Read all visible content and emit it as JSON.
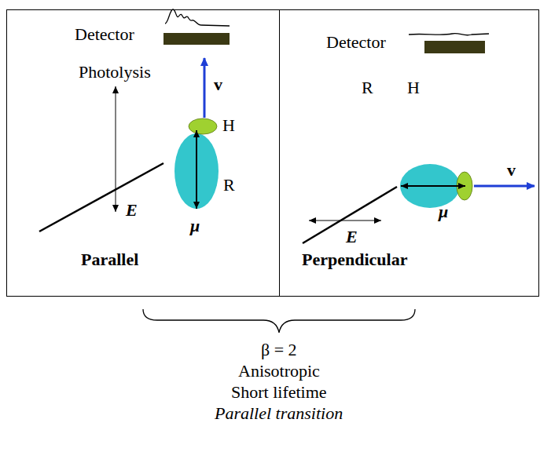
{
  "diagram": {
    "nodes": [
      {
        "text": [
          "Parallel"
        ]
      },
      {
        "text": [
          "Perpendicular"
        ]
      }
    ],
    "labels": [
      "Detector",
      "Photolysis",
      "H",
      "R",
      "v",
      "E",
      "μ",
      "Detector",
      "R",
      "H",
      "v",
      "μ",
      "E",
      "β = 2",
      "Anisotropic",
      "Short lifetime",
      "Parallel transition"
    ]
  }
}
